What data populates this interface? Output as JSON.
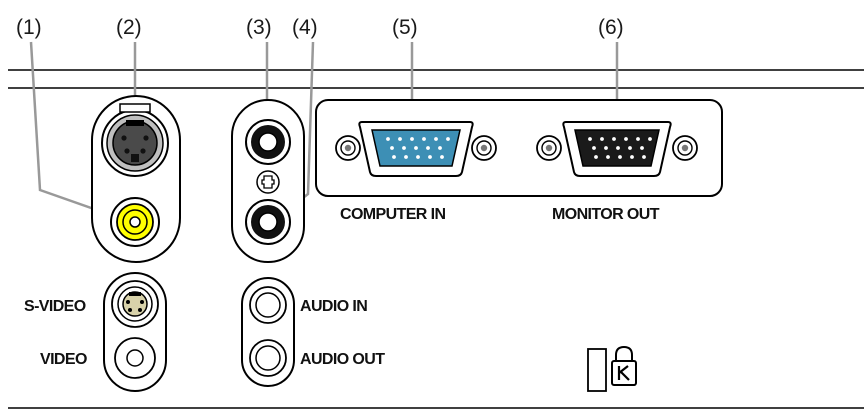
{
  "callouts": {
    "c1": "(1)",
    "c2": "(2)",
    "c3": "(3)",
    "c4": "(4)",
    "c5": "(5)",
    "c6": "(6)"
  },
  "labels": {
    "computer_in": "COMPUTER IN",
    "monitor_out": "MONITOR OUT",
    "s_video": "S-VIDEO",
    "video": "VIDEO",
    "audio_in": "AUDIO IN",
    "audio_out": "AUDIO OUT"
  },
  "colors": {
    "video_jack": "#ffff00",
    "computer_in_port": "#3d8fb5",
    "monitor_out_port": "#1a1a1a",
    "s_video_port": "#8c8c8c"
  },
  "icons": {
    "kensington": "kensington-lock-icon",
    "audio_link": "audio-link-icon"
  }
}
